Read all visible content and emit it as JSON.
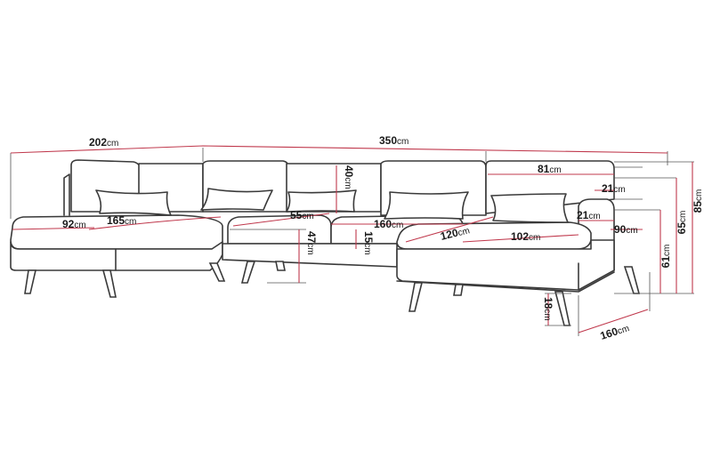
{
  "drawing": {
    "dimension_color": "#c0394d",
    "outline_color": "#3a3a3a",
    "labels": [
      {
        "id": "overall-length-left",
        "value": "202",
        "unit": "cm"
      },
      {
        "id": "overall-length",
        "value": "350",
        "unit": "cm"
      },
      {
        "id": "back-cushion-height",
        "value": "40",
        "unit": "cm"
      },
      {
        "id": "back-section-width",
        "value": "81",
        "unit": "cm"
      },
      {
        "id": "armrest-height",
        "value": "21",
        "unit": "cm"
      },
      {
        "id": "armrest-width",
        "value": "21",
        "unit": "cm"
      },
      {
        "id": "total-height",
        "value": "85",
        "unit": "cm"
      },
      {
        "id": "back-height",
        "value": "65",
        "unit": "cm"
      },
      {
        "id": "arm-height",
        "value": "61",
        "unit": "cm"
      },
      {
        "id": "chaise-width-left",
        "value": "92",
        "unit": "cm"
      },
      {
        "id": "chaise-depth-left",
        "value": "165",
        "unit": "cm"
      },
      {
        "id": "seat-depth",
        "value": "55",
        "unit": "cm"
      },
      {
        "id": "seat-height",
        "value": "47",
        "unit": "cm"
      },
      {
        "id": "seat-cushion-thickness",
        "value": "15",
        "unit": "cm"
      },
      {
        "id": "middle-section-width",
        "value": "160",
        "unit": "cm"
      },
      {
        "id": "chaise-depth-right",
        "value": "120",
        "unit": "cm"
      },
      {
        "id": "chaise-seat-width",
        "value": "102",
        "unit": "cm"
      },
      {
        "id": "chaise-width-right",
        "value": "90",
        "unit": "cm"
      },
      {
        "id": "leg-height",
        "value": "18",
        "unit": "cm"
      },
      {
        "id": "chaise-total-depth",
        "value": "160",
        "unit": "cm"
      }
    ]
  }
}
